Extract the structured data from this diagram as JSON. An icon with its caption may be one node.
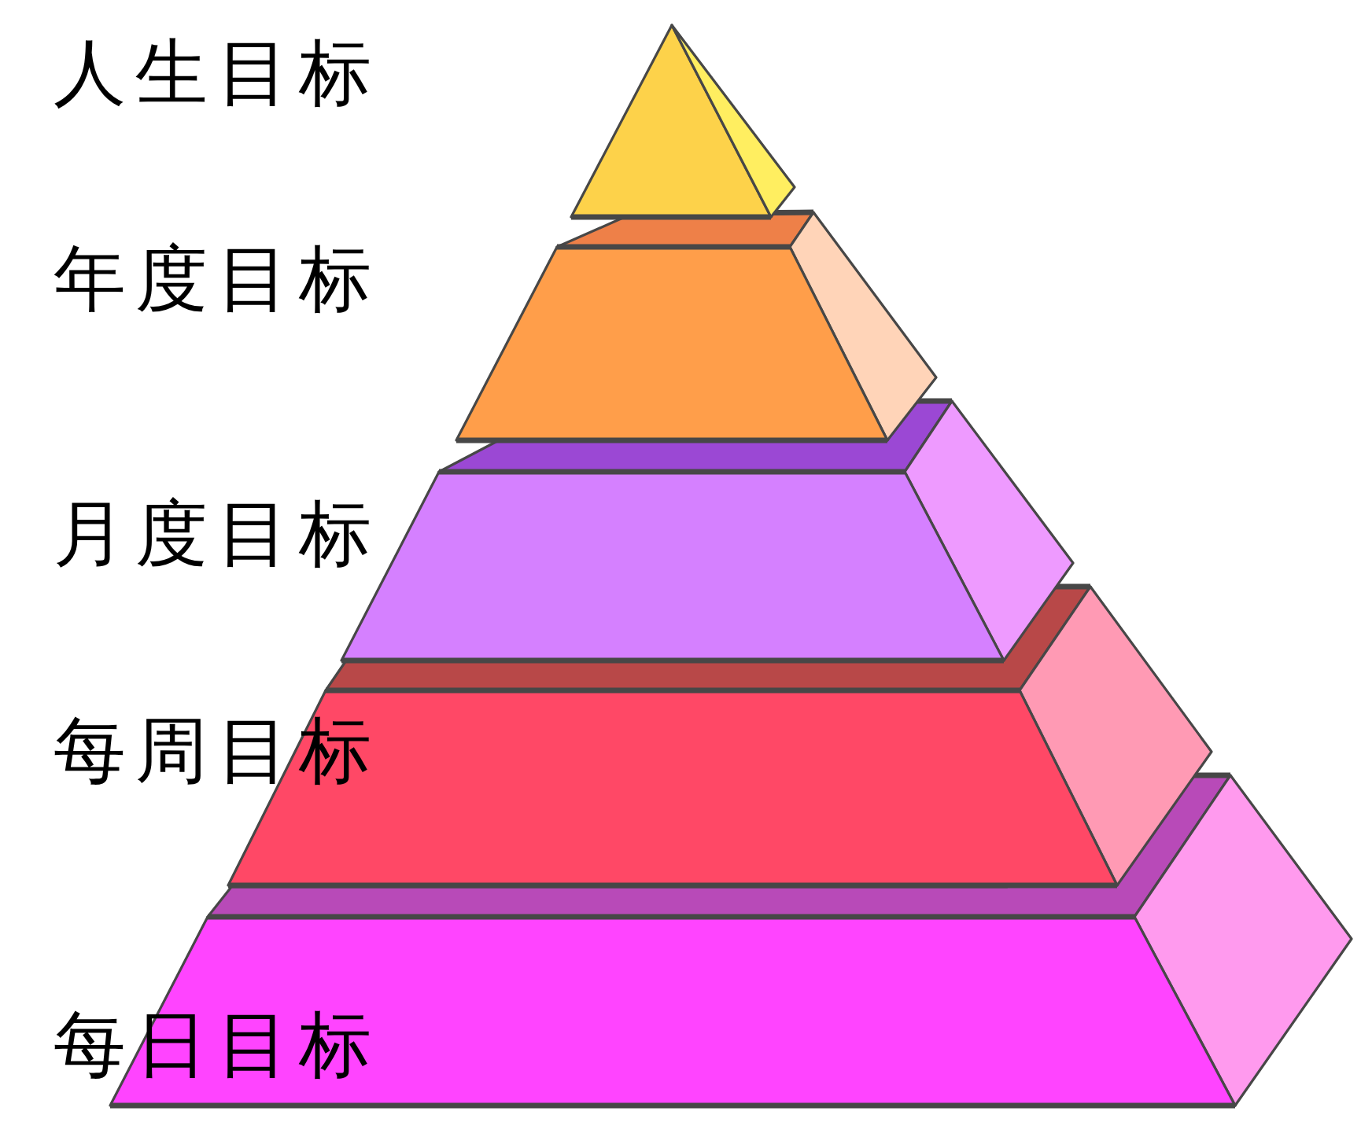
{
  "diagram": {
    "nodes": [
      {
        "text": [
          "人生目标"
        ]
      },
      {
        "text": [
          "年度目标"
        ]
      },
      {
        "text": [
          "月度目标"
        ]
      },
      {
        "text": [
          "每周目标"
        ]
      },
      {
        "text": [
          "每日目标"
        ]
      }
    ]
  }
}
